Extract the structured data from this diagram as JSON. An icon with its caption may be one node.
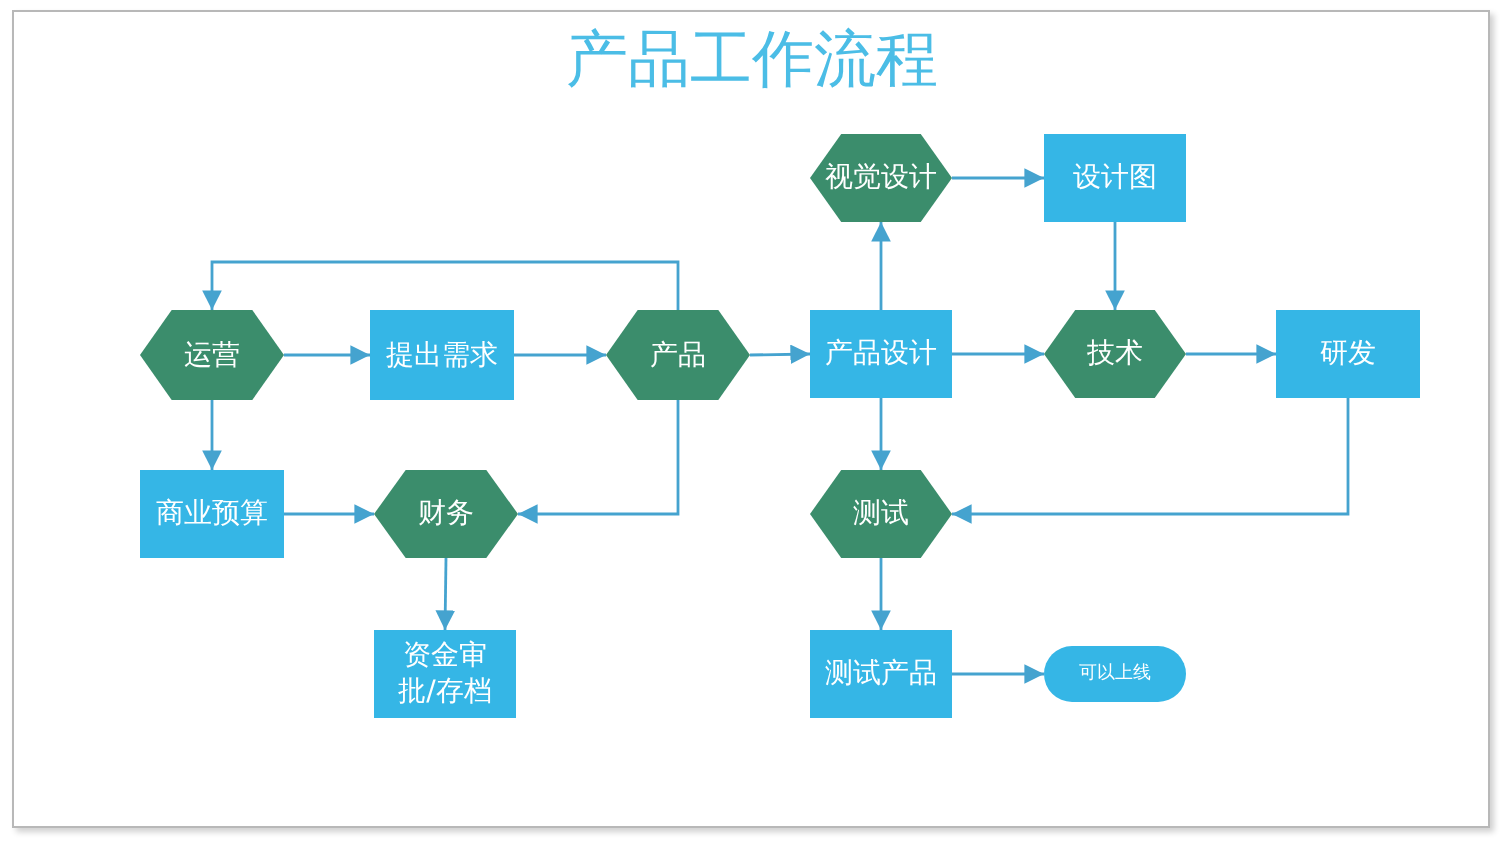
{
  "diagram": {
    "title": "产品工作流程",
    "nodes": [
      {
        "text": [
          "运营"
        ]
      },
      {
        "text": [
          "提出需求"
        ]
      },
      {
        "text": [
          "产品"
        ]
      },
      {
        "text": [
          "商业预算"
        ]
      },
      {
        "text": [
          "财务"
        ]
      },
      {
        "text": [
          "资金审批/存档"
        ]
      },
      {
        "text": [
          "视觉设计"
        ]
      },
      {
        "text": [
          "设计图"
        ]
      },
      {
        "text": [
          "产品设计"
        ]
      },
      {
        "text": [
          "技术"
        ]
      },
      {
        "text": [
          "研发"
        ]
      },
      {
        "text": [
          "测试"
        ]
      },
      {
        "text": [
          "测试产品"
        ]
      },
      {
        "text": [
          "可以上线"
        ]
      }
    ],
    "edges": [
      {
        "from": 0,
        "to": 1,
        "arrow": "to"
      },
      {
        "from": 1,
        "to": 2,
        "arrow": "to"
      },
      {
        "from": 2,
        "to": 0,
        "arrow": "to"
      },
      {
        "from": 0,
        "to": 3,
        "arrow": "to"
      },
      {
        "from": 3,
        "to": 4,
        "arrow": "to"
      },
      {
        "from": 2,
        "to": 4,
        "arrow": "to"
      },
      {
        "from": 4,
        "to": 5,
        "arrow": "to"
      },
      {
        "from": 2,
        "to": 8,
        "arrow": "to"
      },
      {
        "from": 8,
        "to": 6,
        "arrow": "to"
      },
      {
        "from": 6,
        "to": 7,
        "arrow": "to"
      },
      {
        "from": 7,
        "to": 9,
        "arrow": "to"
      },
      {
        "from": 8,
        "to": 9,
        "arrow": "to"
      },
      {
        "from": 9,
        "to": 10,
        "arrow": "to"
      },
      {
        "from": 10,
        "to": 11,
        "arrow": "to"
      },
      {
        "from": 8,
        "to": 11,
        "arrow": "to"
      },
      {
        "from": 11,
        "to": 12,
        "arrow": "to"
      },
      {
        "from": 12,
        "to": 13,
        "arrow": "to"
      }
    ]
  }
}
